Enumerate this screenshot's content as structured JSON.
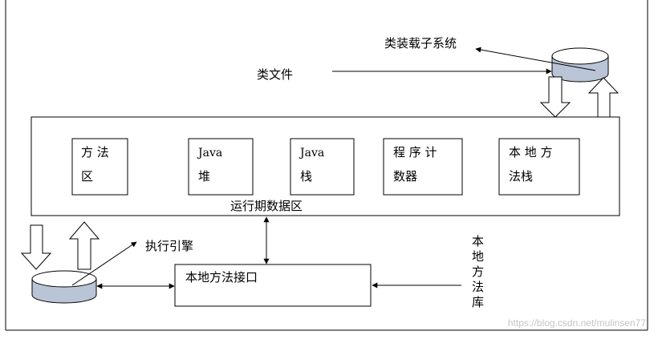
{
  "diagram": {
    "class_file": "类文件",
    "class_loader": "类装载子系统",
    "runtime_area": {
      "label": "运行期数据区",
      "method_area": [
        "方 法",
        "区"
      ],
      "java_heap": [
        "Java",
        "堆"
      ],
      "java_stack": [
        "Java",
        "栈"
      ],
      "pc_register": [
        "程 序 计",
        "数器"
      ],
      "native_stack": [
        "本 地 方",
        "法栈"
      ]
    },
    "execution_engine": "执行引擎",
    "native_interface": "本地方法接口",
    "native_library": [
      "本",
      "地",
      "方",
      "法",
      "库"
    ]
  },
  "watermark": "https://blog.csdn.net/mulinsen77"
}
